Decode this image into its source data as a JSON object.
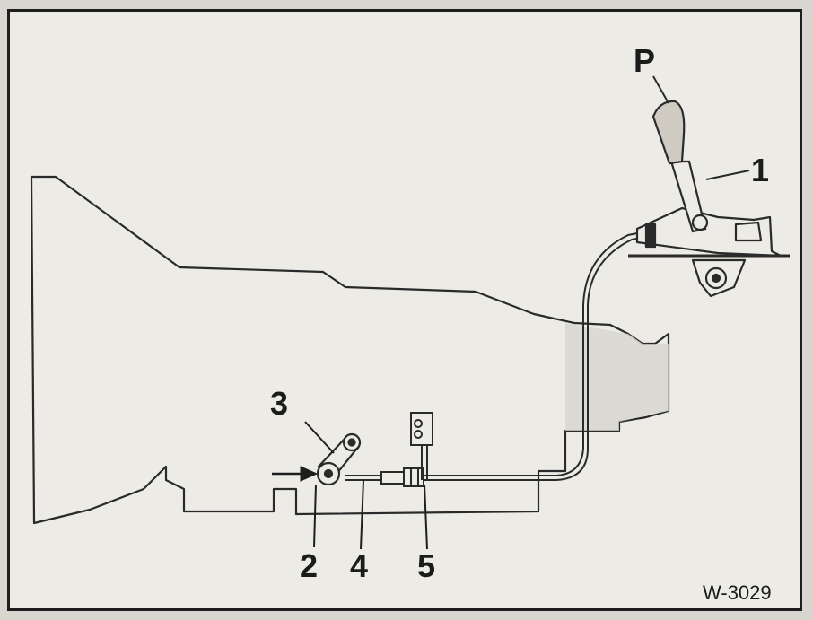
{
  "figure": {
    "callouts": {
      "p": "P",
      "c1": "1",
      "c2": "2",
      "c3": "3",
      "c4": "4",
      "c5": "5"
    },
    "code": "W-3029"
  },
  "colors": {
    "frame_bg": "#ecebe6",
    "ink": "#1e1e1e",
    "shade": "#d8d6d0"
  }
}
